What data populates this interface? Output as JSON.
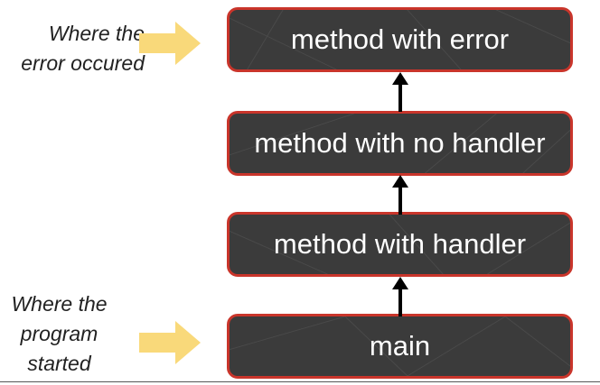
{
  "stack": {
    "frames": [
      "method with error",
      "method with no handler",
      "method with handler",
      "main"
    ]
  },
  "notes": {
    "top": [
      "Where the",
      "error occured"
    ],
    "bottom": [
      "Where the",
      "program",
      "started"
    ]
  },
  "colors": {
    "box_fill": "#3b3b3b",
    "box_border": "#c9352b",
    "pointer_arrow": "#f9d97a",
    "flow_arrow": "#000000"
  },
  "icons": {
    "pointer": "pointer-arrow-icon",
    "flow": "up-arrow-icon"
  }
}
